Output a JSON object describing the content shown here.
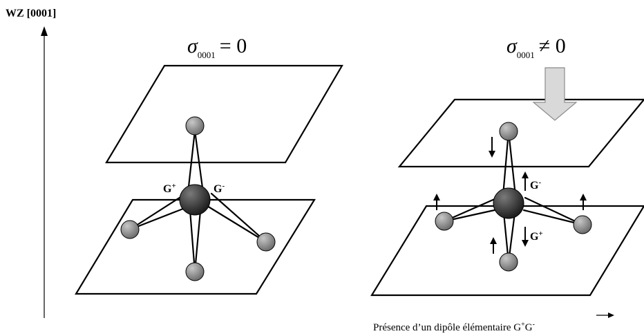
{
  "axis": {
    "label": "WZ [0001]"
  },
  "left_panel": {
    "heading_symbol": "σ",
    "heading_subscript": "0001",
    "heading_relation": "= 0",
    "charge_plus": "G",
    "charge_plus_sup": "+",
    "charge_minus": "G",
    "charge_minus_sup": "-"
  },
  "right_panel": {
    "heading_symbol": "σ",
    "heading_subscript": "0001",
    "heading_relation": "≠ 0",
    "charge_minus": "G",
    "charge_minus_sup": "-",
    "charge_plus": "G",
    "charge_plus_sup": "+"
  },
  "caption": {
    "prefix": "Présence d’un dipôle élémentaire ",
    "g1": "G",
    "g1_sup": "+",
    "g2": "G",
    "g2_sup": "-"
  },
  "colors": {
    "small_atom": "#8c8c8c",
    "central_atom": "#4a4a4a",
    "stress_arrow": "#d9d9d9"
  }
}
